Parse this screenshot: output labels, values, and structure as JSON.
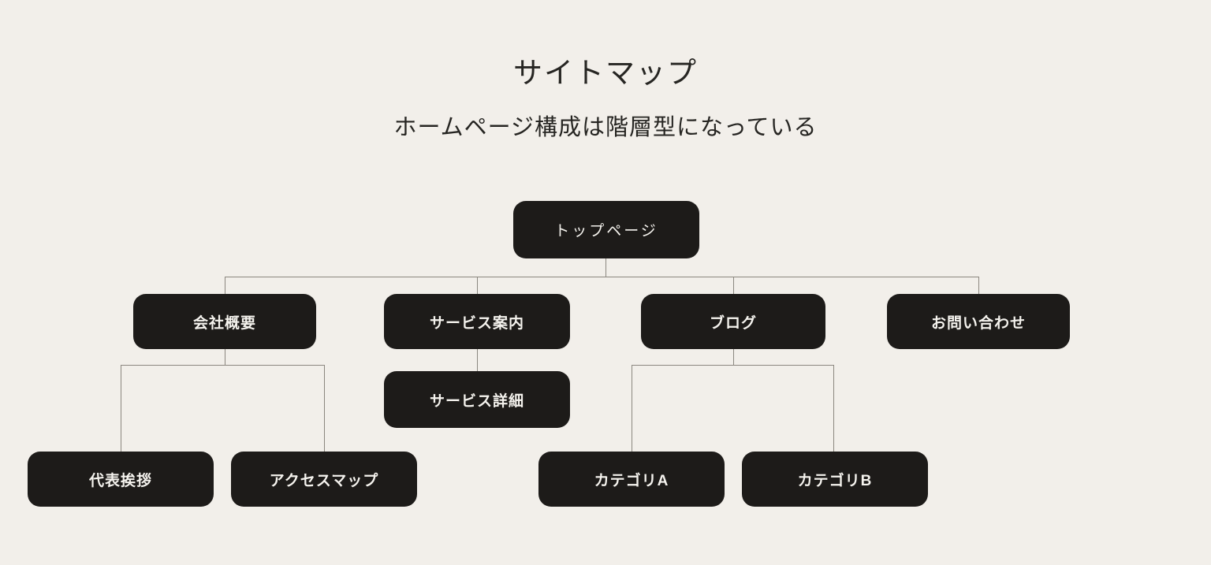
{
  "page": {
    "title": "サイトマップ",
    "subtitle": "ホームページ構成は階層型になっている"
  },
  "colors": {
    "background": "#f2efea",
    "node_fill": "#1d1b19",
    "node_text": "#f5f3ee",
    "connector": "#8b877f",
    "heading_text": "#262522"
  },
  "sitemap": {
    "root": {
      "label": "トップページ"
    },
    "level2": [
      {
        "label": "会社概要"
      },
      {
        "label": "サービス案内"
      },
      {
        "label": "ブログ"
      },
      {
        "label": "お問い合わせ"
      }
    ],
    "company_children": [
      {
        "label": "代表挨拶"
      },
      {
        "label": "アクセスマップ"
      }
    ],
    "service_children": [
      {
        "label": "サービス詳細"
      }
    ],
    "blog_children": [
      {
        "label": "カテゴリA"
      },
      {
        "label": "カテゴリB"
      }
    ]
  }
}
